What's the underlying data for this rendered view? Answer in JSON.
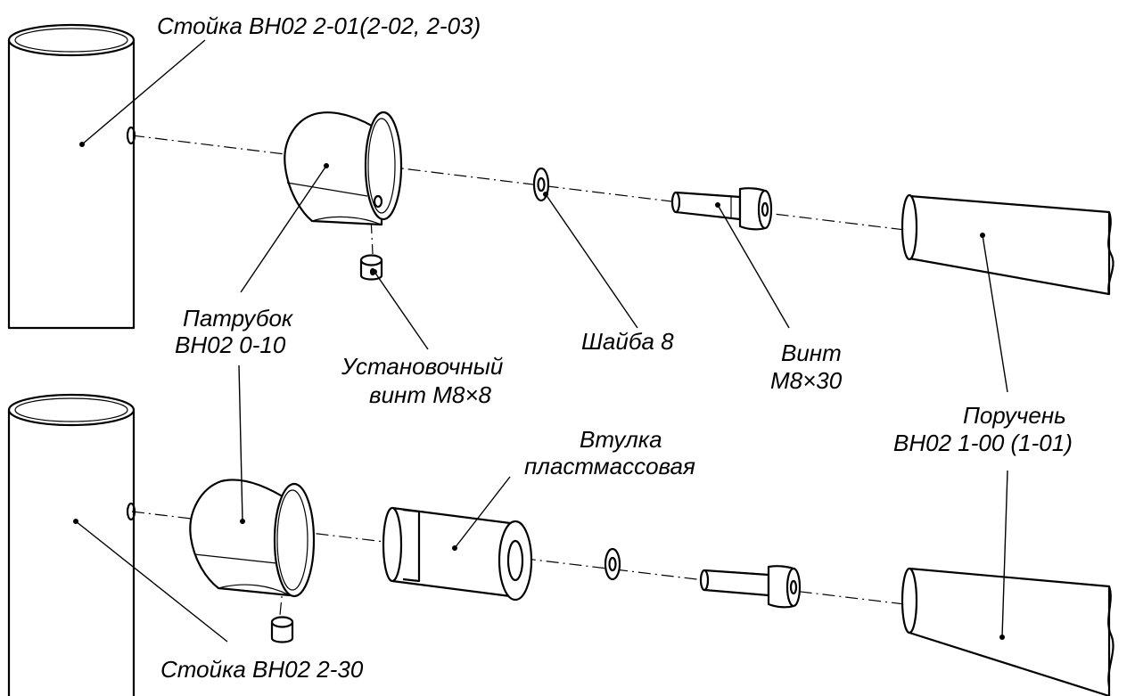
{
  "labels": {
    "post_top": "Стойка ВН02 2-01(2-02, 2-03)",
    "fitting_line1": "Патрубок",
    "fitting_line2": "ВН02 0-10",
    "setscrew_line1": "Установочный",
    "setscrew_line2": "винт М8×8",
    "washer": "Шайба 8",
    "bolt_line1": "Винт",
    "bolt_line2": "М8×30",
    "handrail_line1": "Поручень",
    "handrail_line2": "ВН02 1-00 (1-01)",
    "bushing_line1": "Втулка",
    "bushing_line2": "пластмассовая",
    "post_bottom": "Стойка ВН02 2-30"
  },
  "colors": {
    "line": "#000000",
    "background": "#ffffff"
  }
}
